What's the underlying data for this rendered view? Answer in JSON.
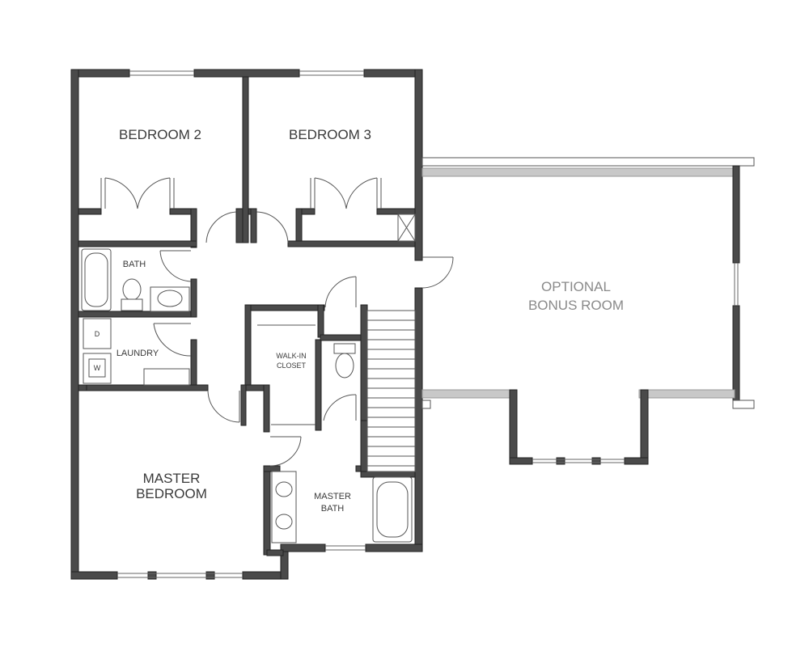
{
  "rooms": {
    "bedroom2": "BEDROOM 2",
    "bedroom3": "BEDROOM 3",
    "bath": "BATH",
    "laundry": "LAUNDRY",
    "laundry_dryer": "D",
    "laundry_washer": "W",
    "walkin_line1": "WALK-IN",
    "walkin_line2": "CLOSET",
    "master_bedroom_line1": "MASTER",
    "master_bedroom_line2": "BEDROOM",
    "master_bath_line1": "MASTER",
    "master_bath_line2": "BATH",
    "bonus_line1": "OPTIONAL",
    "bonus_line2": "BONUS ROOM"
  },
  "colors": {
    "wall": "#4a4a4a",
    "optional_wall": "#c8c8c8",
    "optional_text": "#8a8a8a"
  }
}
